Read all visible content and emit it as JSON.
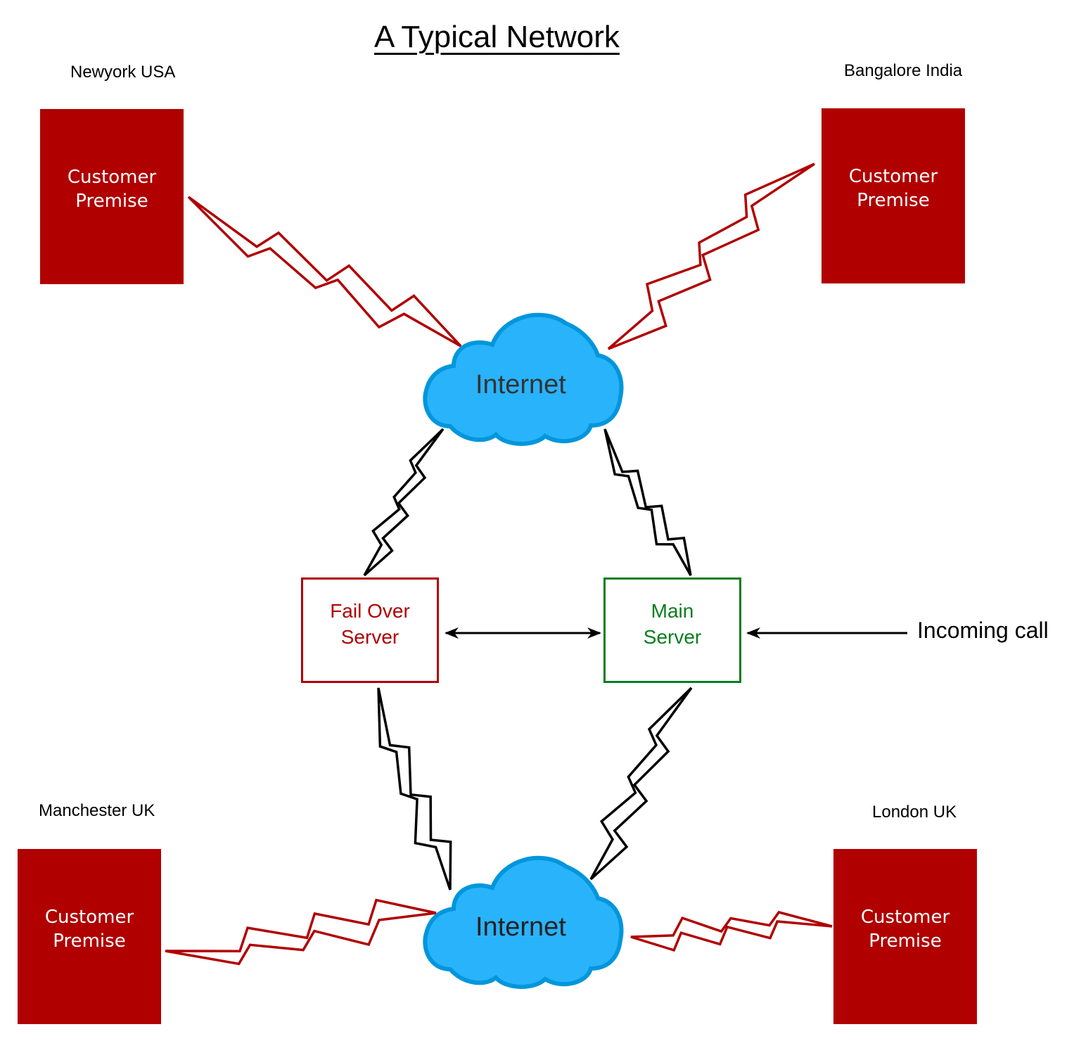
{
  "title": "A Typical Network",
  "colors": {
    "premise_fill": "#b00000",
    "failover_color": "#b00000",
    "main_color": "#0a7d1e",
    "cloud_fill": "#29b3fb",
    "cloud_stroke": "#0096dc",
    "red_link": "#b00000",
    "black_link": "#000000"
  },
  "sites": [
    {
      "id": "newyork",
      "location": "Newyork\nUSA",
      "label": "Customer\nPremise"
    },
    {
      "id": "bangalore",
      "location": "Bangalore\nIndia",
      "label": "Customer\nPremise"
    },
    {
      "id": "manchester",
      "location": "Manchester\nUK",
      "label": "Customer\nPremise"
    },
    {
      "id": "london",
      "location": "London\nUK",
      "label": "Customer\nPremise"
    }
  ],
  "clouds": [
    {
      "id": "top",
      "label": "Internet"
    },
    {
      "id": "bottom",
      "label": "Internet"
    }
  ],
  "servers": {
    "failover": {
      "label": "Fail Over\nServer"
    },
    "main": {
      "label": "Main\nServer"
    }
  },
  "incoming": {
    "label": "Incoming call"
  },
  "connections": [
    {
      "from": "newyork",
      "to": "top-cloud",
      "type": "lightning-red"
    },
    {
      "from": "bangalore",
      "to": "top-cloud",
      "type": "lightning-red"
    },
    {
      "from": "top-cloud",
      "to": "failover",
      "type": "lightning-black"
    },
    {
      "from": "top-cloud",
      "to": "main",
      "type": "lightning-black"
    },
    {
      "from": "failover",
      "to": "main",
      "type": "bidirectional-arrow"
    },
    {
      "from": "incoming",
      "to": "main",
      "type": "arrow"
    },
    {
      "from": "failover",
      "to": "bottom-cloud",
      "type": "lightning-black"
    },
    {
      "from": "main",
      "to": "bottom-cloud",
      "type": "lightning-black"
    },
    {
      "from": "manchester",
      "to": "bottom-cloud",
      "type": "lightning-red"
    },
    {
      "from": "london",
      "to": "bottom-cloud",
      "type": "lightning-red"
    }
  ]
}
